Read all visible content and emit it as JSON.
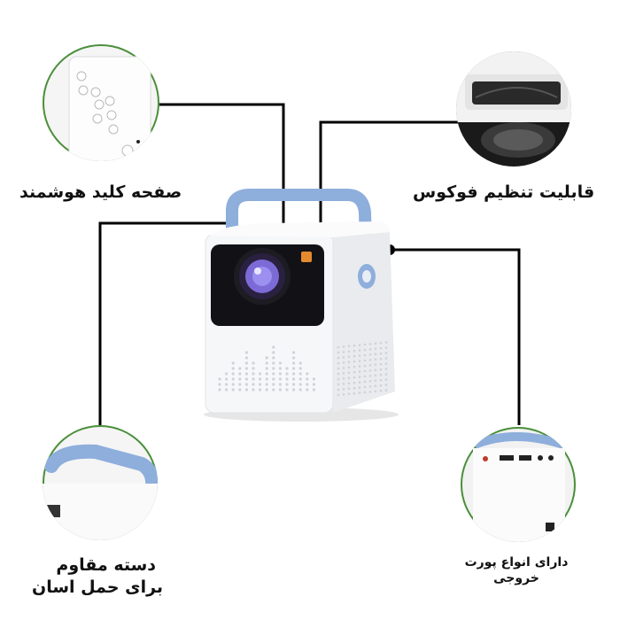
{
  "features": {
    "smart_keypad": "صفحه کلید هوشمند",
    "focus_adjust": "قابلیت تنظیم فوکوس",
    "sturdy_handle_line1": "دسته مقاوم",
    "sturdy_handle_line2": "برای حمل اسان",
    "output_ports_line1": "دارای انواع پورت",
    "output_ports_line2": "خروجی"
  },
  "colors": {
    "handle": "#8eaedc",
    "body": "#f4f5f7",
    "lens_ring": "#7c6bd6",
    "leader_line": "#000000",
    "accent": "#e68a2e"
  }
}
